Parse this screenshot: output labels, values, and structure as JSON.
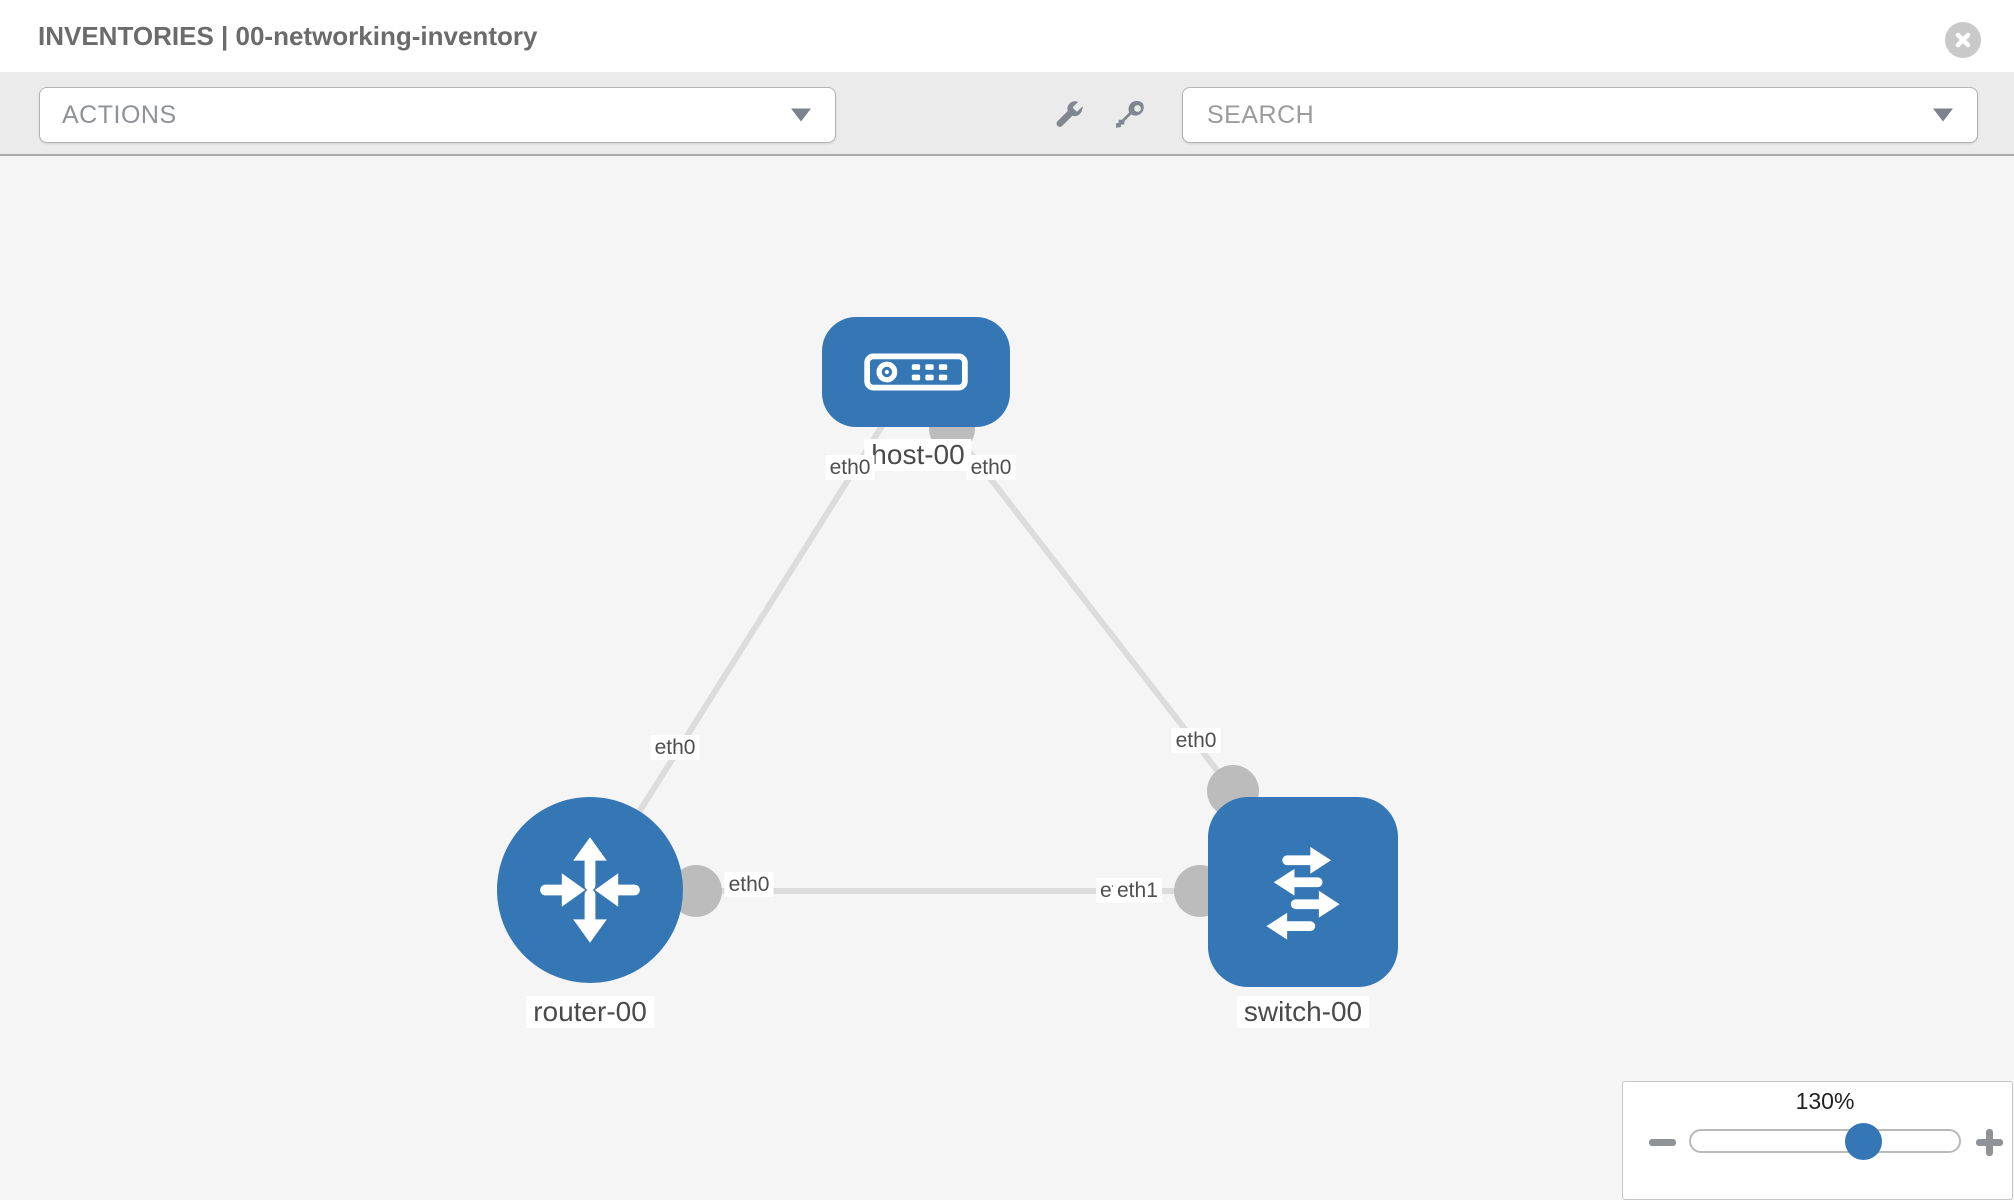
{
  "header": {
    "title": "INVENTORIES | 00-networking-inventory"
  },
  "toolbar": {
    "actions_label": "ACTIONS",
    "search_placeholder": "SEARCH",
    "icons": [
      "wrench-icon",
      "key-icon",
      "chevron-down-icon"
    ]
  },
  "topology": {
    "nodes": [
      {
        "label": "host-00",
        "type": "host",
        "icon": "host-icon"
      },
      {
        "label": "router-00",
        "type": "router",
        "icon": "router-icon"
      },
      {
        "label": "switch-00",
        "type": "switch",
        "icon": "switch-icon"
      }
    ],
    "links": [
      {
        "source": "host-00",
        "source_interface": "eth0",
        "target": "router-00",
        "target_interface": "eth0"
      },
      {
        "source": "host-00",
        "source_interface": "eth0",
        "target": "switch-00",
        "target_interface": "eth0"
      },
      {
        "source": "router-00",
        "source_interface": "eth0",
        "target": "switch-00",
        "target_interface": "eth1"
      }
    ],
    "interface_labels": {
      "host_to_router": "eth0",
      "host_to_switch": "eth0",
      "router_to_host": "eth0",
      "router_to_switch": "eth0",
      "switch_to_host": "eth0",
      "switch_to_router_back": "eth0",
      "switch_to_router_front": "eth1"
    }
  },
  "zoom_control": {
    "level": "130%"
  },
  "colors": {
    "node_blue": "#3577b5",
    "link_gray": "#dcdcdc",
    "connector_gray": "#bcbcbc",
    "canvas_bg": "#f5f5f5",
    "toolbar_bg": "#ebebeb",
    "slider_thumb_blue": "#3577b5"
  }
}
